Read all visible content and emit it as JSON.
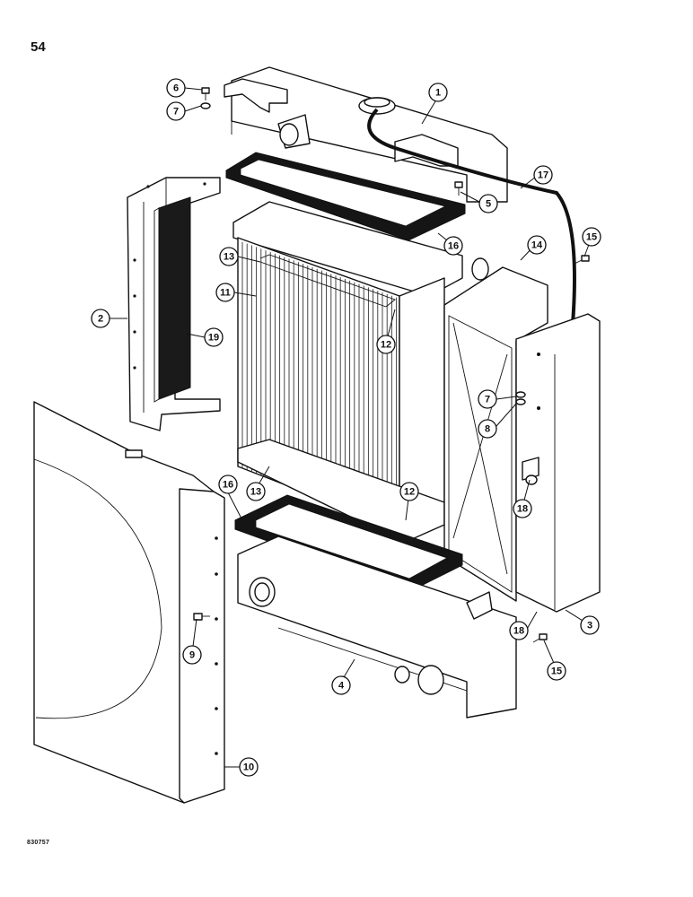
{
  "page": {
    "number": "54",
    "drawing_id": "830757"
  },
  "callouts": [
    {
      "id": "c1",
      "label": "1"
    },
    {
      "id": "c2",
      "label": "2"
    },
    {
      "id": "c3",
      "label": "3"
    },
    {
      "id": "c4",
      "label": "4"
    },
    {
      "id": "c5",
      "label": "5"
    },
    {
      "id": "c6",
      "label": "6"
    },
    {
      "id": "c7a",
      "label": "7"
    },
    {
      "id": "c7b",
      "label": "7"
    },
    {
      "id": "c8",
      "label": "8"
    },
    {
      "id": "c9",
      "label": "9"
    },
    {
      "id": "c10",
      "label": "10"
    },
    {
      "id": "c11",
      "label": "11"
    },
    {
      "id": "c12a",
      "label": "12"
    },
    {
      "id": "c12b",
      "label": "12"
    },
    {
      "id": "c13a",
      "label": "13"
    },
    {
      "id": "c13b",
      "label": "13"
    },
    {
      "id": "c14",
      "label": "14"
    },
    {
      "id": "c15a",
      "label": "15"
    },
    {
      "id": "c15b",
      "label": "15"
    },
    {
      "id": "c16a",
      "label": "16"
    },
    {
      "id": "c16b",
      "label": "16"
    },
    {
      "id": "c17",
      "label": "17"
    },
    {
      "id": "c18a",
      "label": "18"
    },
    {
      "id": "c18b",
      "label": "18"
    },
    {
      "id": "c19",
      "label": "19"
    }
  ]
}
